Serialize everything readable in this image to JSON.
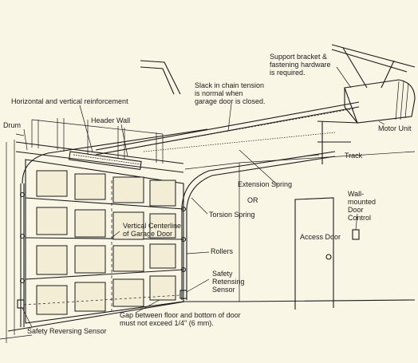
{
  "labels": {
    "support_bracket": [
      "Support bracket &",
      "fastening hardware",
      "is required."
    ],
    "slack_chain": [
      "Slack in chain tension",
      "is normal when",
      "garage door is closed."
    ],
    "horizontal_vertical": "Horizontal and vertical reinforcement",
    "header_wall": "Header Wall",
    "drum": "Drum",
    "motor_unit": "Motor Unit",
    "track": "Track",
    "extension_spring": "Extension Spring",
    "or": "OR",
    "torsion_spring": "Torsion Spring",
    "wall_control": [
      "Wall-",
      "mounted",
      "Door",
      "Control"
    ],
    "access_door": "Access Door",
    "vertical_centerline": [
      "Vertical Centerline",
      "of Garage Door"
    ],
    "rollers": "Rollers",
    "safety_retensing": [
      "Safety",
      "Retensing",
      "Sensor"
    ],
    "gap": [
      "Gap between floor and bottom of door",
      "must not exceed 1/4\" (6 mm)."
    ],
    "safety_reversing": "Safety Reversing Sensor"
  },
  "colors": {
    "background": "#faf6e6",
    "ink": "#1a1a1a",
    "panel": "#f3edd6"
  }
}
